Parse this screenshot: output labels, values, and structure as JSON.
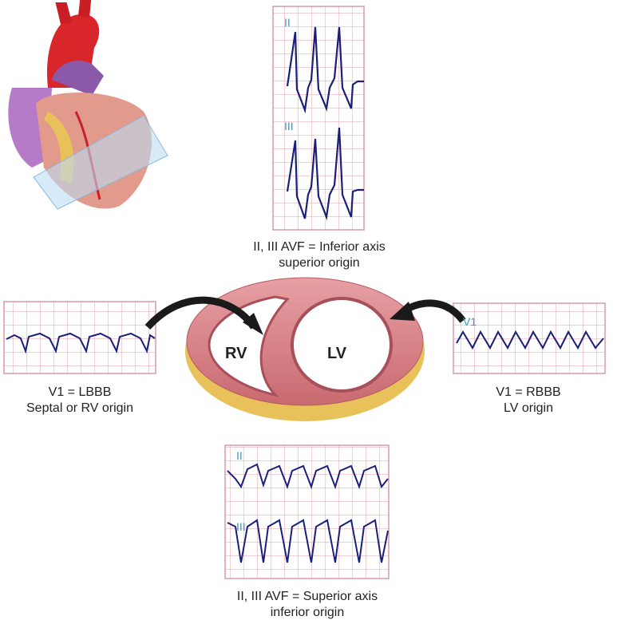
{
  "heart_illustration": {
    "description_icon": "heart-with-cutting-plane-icon"
  },
  "cross_section": {
    "rv_label": "RV",
    "lv_label": "LV"
  },
  "strips": {
    "top": {
      "lead1": "II",
      "lead2": "III",
      "caption_line1": "II, III AVF = Inferior axis",
      "caption_line2": "superior origin"
    },
    "left": {
      "caption_line1": "V1 = LBBB",
      "caption_line2": "Septal or RV origin"
    },
    "right": {
      "lead": "V1",
      "caption_line1": "V1 = RBBB",
      "caption_line2": "LV origin"
    },
    "bottom": {
      "lead1": "II",
      "lead2": "III",
      "caption_line1": "II, III AVF = Superior axis",
      "caption_line2": "inferior origin"
    }
  },
  "colors": {
    "grid": "#e7b3bb",
    "trace": "#1a1f7a",
    "lead_label": "#2a9fd0",
    "myocardium": "#d9868b",
    "fat": "#e8c15a",
    "arrow": "#1a1a1a"
  }
}
